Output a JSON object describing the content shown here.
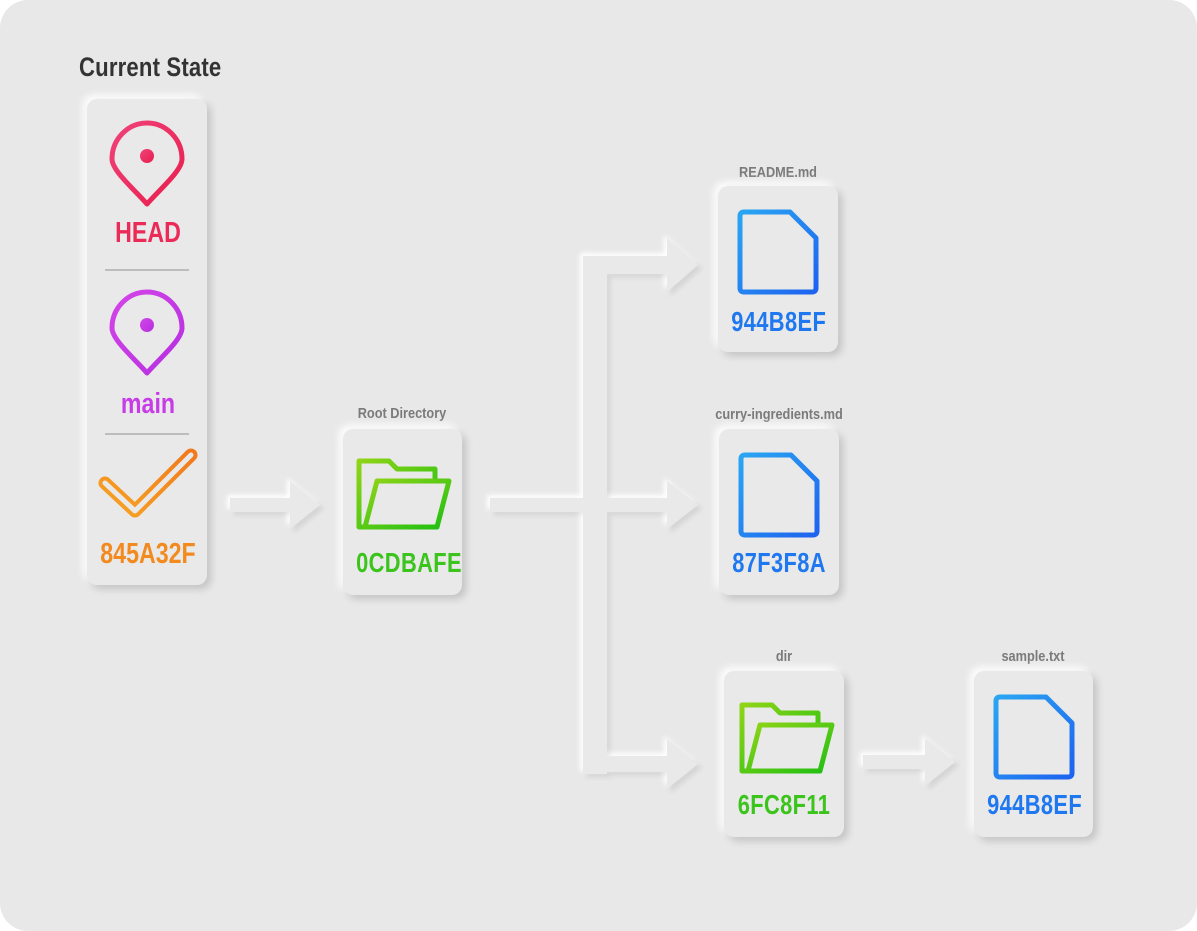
{
  "title": "Current State",
  "state": {
    "head_label": "HEAD",
    "branch_label": "main",
    "commit_hash": "845A32F"
  },
  "root": {
    "label": "Root Directory",
    "hash": "0CDBAFE"
  },
  "readme": {
    "label": "README.md",
    "hash": "944B8EF"
  },
  "curry": {
    "label": "curry-ingredients.md",
    "hash": "87F3F8A"
  },
  "dir": {
    "label": "dir",
    "hash": "6FC8F11"
  },
  "sample": {
    "label": "sample.txt",
    "hash": "944B8EF"
  },
  "colors": {
    "head": "#f0245e",
    "branch": "#c93ae8",
    "commit": "#f5901e",
    "tree": "#39c414",
    "blob": "#1e7cf0",
    "background": "#e8e8e8"
  },
  "icons": {
    "head": "map-pin-icon",
    "branch": "map-pin-icon",
    "commit": "checkmark-icon",
    "tree": "folder-icon",
    "blob": "document-icon"
  }
}
